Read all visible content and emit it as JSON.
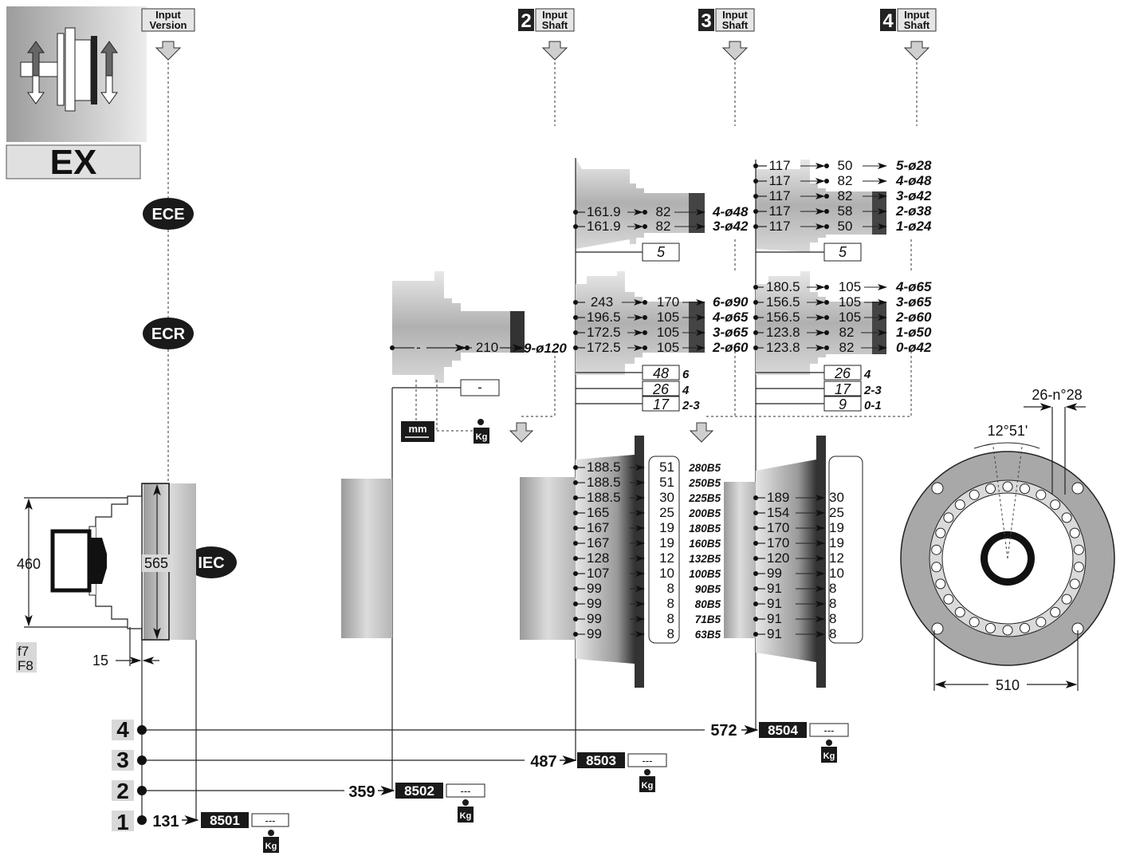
{
  "colors": {
    "dark": "#1a1a1a",
    "mid_gray": "#a0a0a0",
    "light_gray": "#d8d8d8",
    "white": "#ffffff"
  },
  "icon_legend": {
    "logo_text": "EX",
    "mm_icon": "mm",
    "kg_icon": "Kg"
  },
  "headers": [
    {
      "num": "",
      "l1": "Input",
      "l2": "Version"
    },
    {
      "num": "2",
      "l1": "Input",
      "l2": "Shaft"
    },
    {
      "num": "3",
      "l1": "Input",
      "l2": "Shaft"
    },
    {
      "num": "4",
      "l1": "Input",
      "l2": "Shaft"
    }
  ],
  "badges": {
    "ece": "ECE",
    "ecr": "ECR",
    "iec": "IEC"
  },
  "main_dims": {
    "d460": "460",
    "d565": "565",
    "d15": "15",
    "tol1": "f7",
    "tol2": "F8"
  },
  "shaft2_upper": {
    "rows": [
      {
        "a": "161.9",
        "b": "82",
        "c": "4-ø48"
      },
      {
        "a": "161.9",
        "b": "82",
        "c": "3-ø42"
      }
    ],
    "box": "5"
  },
  "shaft2_lower": {
    "rows": [
      {
        "a": "243",
        "b": "170",
        "c": "6-ø90"
      },
      {
        "a": "196.5",
        "b": "105",
        "c": "4-ø65"
      },
      {
        "a": "172.5",
        "b": "105",
        "c": "3-ø65"
      },
      {
        "a": "172.5",
        "b": "105",
        "c": "2-ø60"
      }
    ],
    "boxes": [
      {
        "v": "48",
        "l": "6"
      },
      {
        "v": "26",
        "l": "4"
      },
      {
        "v": "17",
        "l": "2-3"
      }
    ]
  },
  "shaft1": {
    "a": "-",
    "b": "210",
    "c": "9-ø120",
    "box": "-"
  },
  "shaft3_upper": {
    "rows": [
      {
        "a": "117",
        "b": "50",
        "c": "5-ø28"
      },
      {
        "a": "117",
        "b": "82",
        "c": "4-ø48"
      },
      {
        "a": "117",
        "b": "82",
        "c": "3-ø42"
      },
      {
        "a": "117",
        "b": "58",
        "c": "2-ø38"
      },
      {
        "a": "117",
        "b": "50",
        "c": "1-ø24"
      }
    ],
    "box": "5"
  },
  "shaft3_lower": {
    "rows": [
      {
        "a": "180.5",
        "b": "105",
        "c": "4-ø65"
      },
      {
        "a": "156.5",
        "b": "105",
        "c": "3-ø65"
      },
      {
        "a": "156.5",
        "b": "105",
        "c": "2-ø60"
      },
      {
        "a": "123.8",
        "b": "82",
        "c": "1-ø50"
      },
      {
        "a": "123.8",
        "b": "82",
        "c": "0-ø42"
      }
    ],
    "boxes": [
      {
        "v": "26",
        "l": "4"
      },
      {
        "v": "17",
        "l": "2-3"
      },
      {
        "v": "9",
        "l": "0-1"
      }
    ]
  },
  "iec_left": [
    {
      "a": "188.5",
      "n": "51",
      "s": "280B5"
    },
    {
      "a": "188.5",
      "n": "51",
      "s": "250B5"
    },
    {
      "a": "188.5",
      "n": "30",
      "s": "225B5"
    },
    {
      "a": "165",
      "n": "25",
      "s": "200B5"
    },
    {
      "a": "167",
      "n": "19",
      "s": "180B5"
    },
    {
      "a": "167",
      "n": "19",
      "s": "160B5"
    },
    {
      "a": "128",
      "n": "12",
      "s": "132B5"
    },
    {
      "a": "107",
      "n": "10",
      "s": "100B5"
    },
    {
      "a": "99",
      "n": "8",
      "s": "90B5"
    },
    {
      "a": "99",
      "n": "8",
      "s": "80B5"
    },
    {
      "a": "99",
      "n": "8",
      "s": "71B5"
    },
    {
      "a": "99",
      "n": "8",
      "s": "63B5"
    }
  ],
  "iec_right": [
    {
      "a": "189",
      "n": "30"
    },
    {
      "a": "154",
      "n": "25"
    },
    {
      "a": "170",
      "n": "19"
    },
    {
      "a": "170",
      "n": "19"
    },
    {
      "a": "120",
      "n": "12"
    },
    {
      "a": "99",
      "n": "10"
    },
    {
      "a": "91",
      "n": "8"
    },
    {
      "a": "91",
      "n": "8"
    },
    {
      "a": "91",
      "n": "8"
    },
    {
      "a": "91",
      "n": "8"
    }
  ],
  "flange": {
    "holes": "26-n°28",
    "angle": "12°51'",
    "diameter": "510"
  },
  "stages": [
    {
      "num": "1",
      "len": "131",
      "code": "8501",
      "w": "---"
    },
    {
      "num": "2",
      "len": "359",
      "code": "8502",
      "w": "---"
    },
    {
      "num": "3",
      "len": "487",
      "code": "8503",
      "w": "---"
    },
    {
      "num": "4",
      "len": "572",
      "code": "8504",
      "w": "---"
    }
  ]
}
